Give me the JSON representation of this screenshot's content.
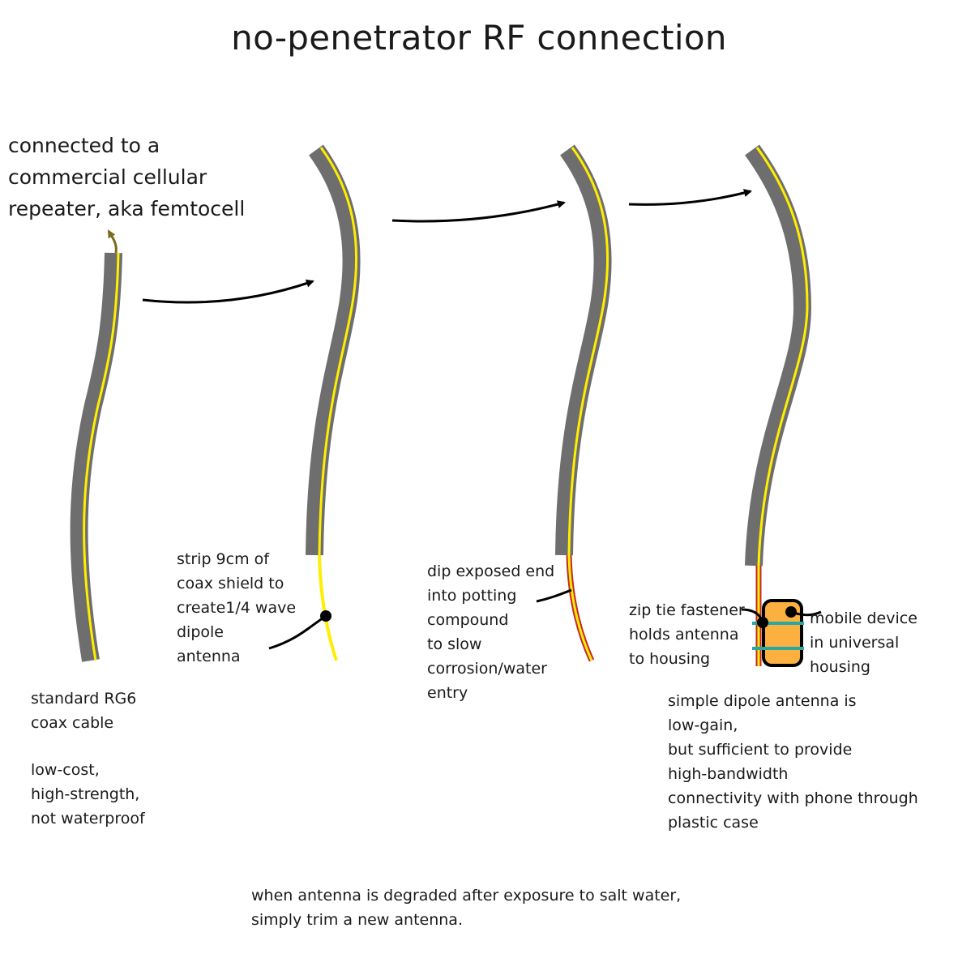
{
  "title": "no-penetrator RF connection",
  "labels": {
    "femtocell": "connected to a\ncommercial cellular\nrepeater, aka femtocell",
    "rg6": "standard RG6\ncoax cable",
    "rg6_props": "low-cost,\nhigh-strength,\nnot waterproof",
    "strip": "strip 9cm of\ncoax shield to\ncreate1/4 wave\ndipole\nantenna",
    "dip": "dip exposed end\ninto potting\ncompound\nto slow\ncorrosion/water\nentry",
    "zip": "zip tie fastener\nholds antenna\nto housing",
    "mobile": "mobile device\nin universal housing",
    "dipole": "simple dipole antenna is\nlow-gain,\nbut sufficient to provide\nhigh-bandwidth\nconnectivity with phone through\nplastic case",
    "trim": "when antenna is degraded after exposure to salt water,\nsimply trim a new antenna."
  },
  "colors": {
    "cable_jacket": "#6e6e6e",
    "conductor": "#ffee00",
    "potting": "#c1272d",
    "housing": "#fbb040",
    "zip_tie": "#27a9a1",
    "arrow": "#000000",
    "femto_arrow": "#7a6a20"
  }
}
